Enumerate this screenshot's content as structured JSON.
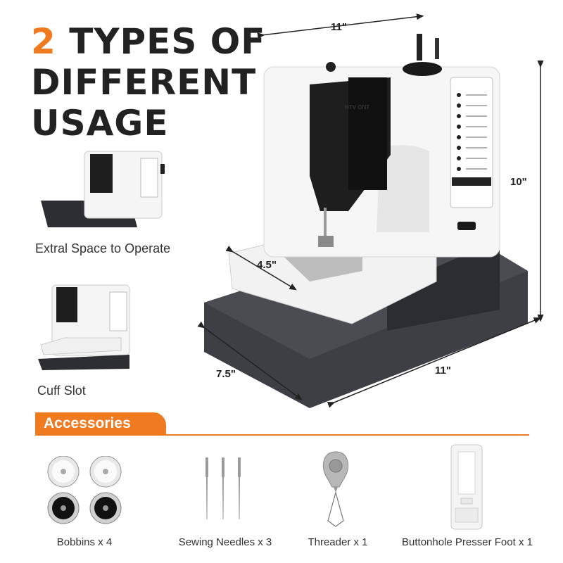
{
  "headline": {
    "number": "2",
    "rest": "TYPES OF",
    "line2": "DIFFERENT",
    "line3": "USAGE"
  },
  "brand_text": "HTV ONT",
  "usages": [
    {
      "caption": "Extral Space to Operate"
    },
    {
      "caption": "Cuff Slot"
    }
  ],
  "dimensions": {
    "top_width": "11\"",
    "height": "10\"",
    "arm_depth": "4.5\"",
    "base_depth": "7.5\"",
    "base_width": "11\""
  },
  "accessories": {
    "header": "Accessories",
    "items": [
      {
        "label": "Bobbins x 4"
      },
      {
        "label": "Sewing Needles x 3"
      },
      {
        "label": "Threader x 1"
      },
      {
        "label": "Buttonhole Presser Foot x 1"
      }
    ]
  },
  "colors": {
    "accent": "#f07a1f",
    "machine_black": "#1e1e1e",
    "base_gray": "#3d3f44",
    "machine_white": "#f4f4f4"
  }
}
